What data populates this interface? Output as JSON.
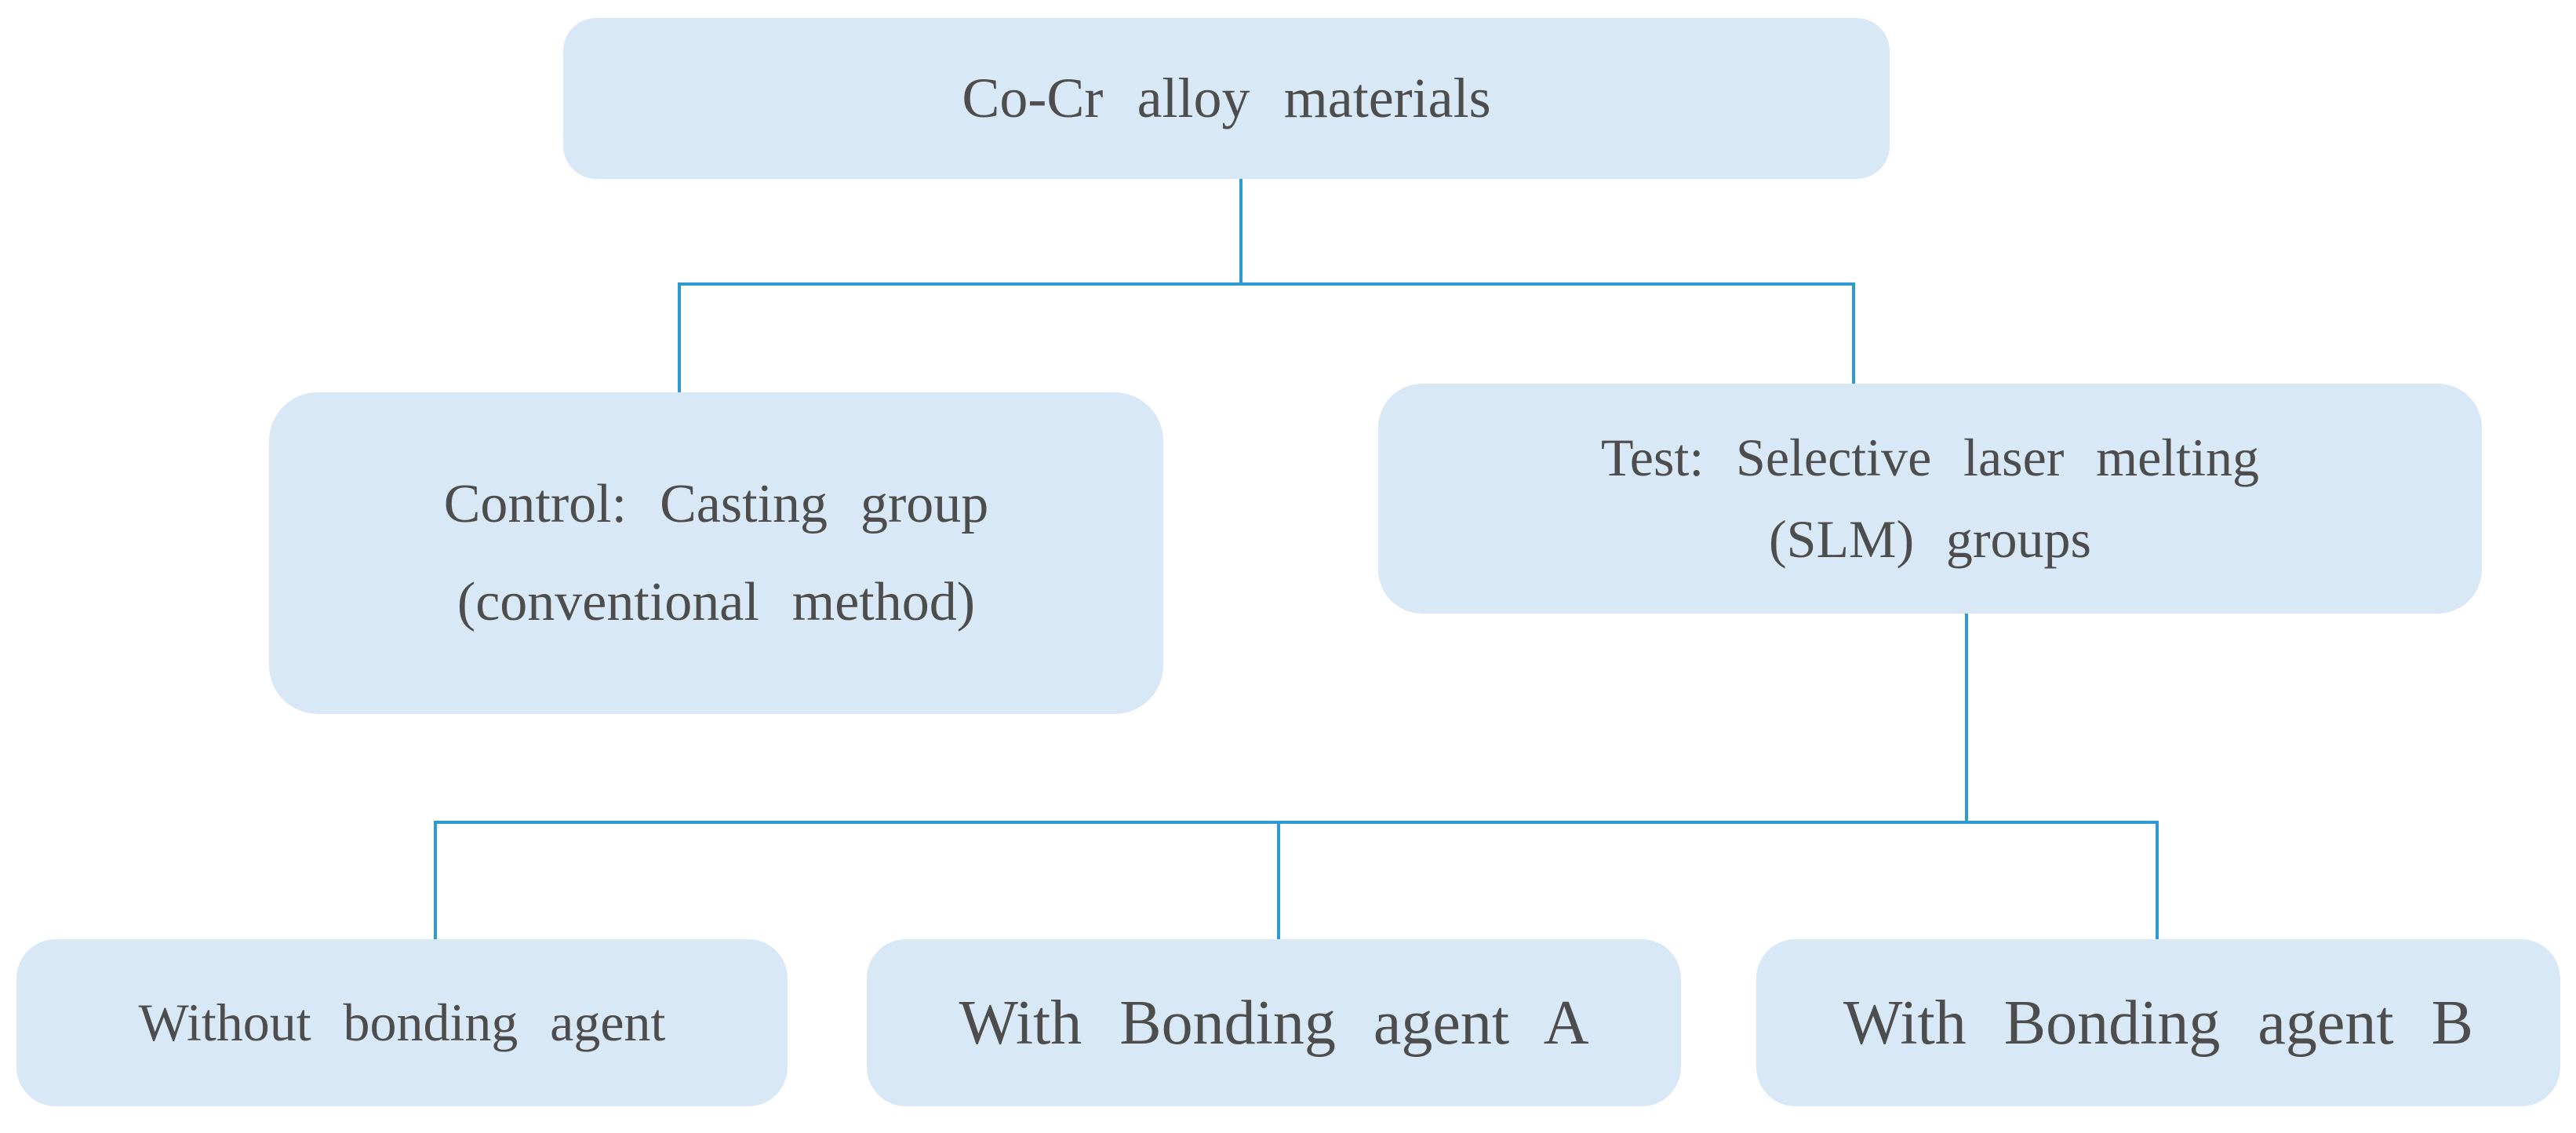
{
  "diagram": {
    "description": "Study design flowchart for Co-Cr alloy materials",
    "nodes": {
      "root": {
        "label": "Co-Cr alloy materials"
      },
      "control": {
        "lines": [
          "Control: Casting group",
          "(conventional method)"
        ]
      },
      "test": {
        "lines": [
          "Test: Selective laser melting",
          "(SLM) groups"
        ]
      },
      "without": {
        "label": "Without bonding agent"
      },
      "agent_a": {
        "label": "With Bonding agent A"
      },
      "agent_b": {
        "label": "With Bonding agent B"
      }
    },
    "edges": [
      {
        "from": "root",
        "to": "control"
      },
      {
        "from": "root",
        "to": "test"
      },
      {
        "from": "test",
        "to": "without"
      },
      {
        "from": "test",
        "to": "agent_a"
      },
      {
        "from": "test",
        "to": "agent_b"
      }
    ]
  },
  "colors": {
    "node_fill": "#d9e8f6",
    "connector": "#2e9ad3",
    "text": "#4d4d4d",
    "background": "#ffffff"
  }
}
